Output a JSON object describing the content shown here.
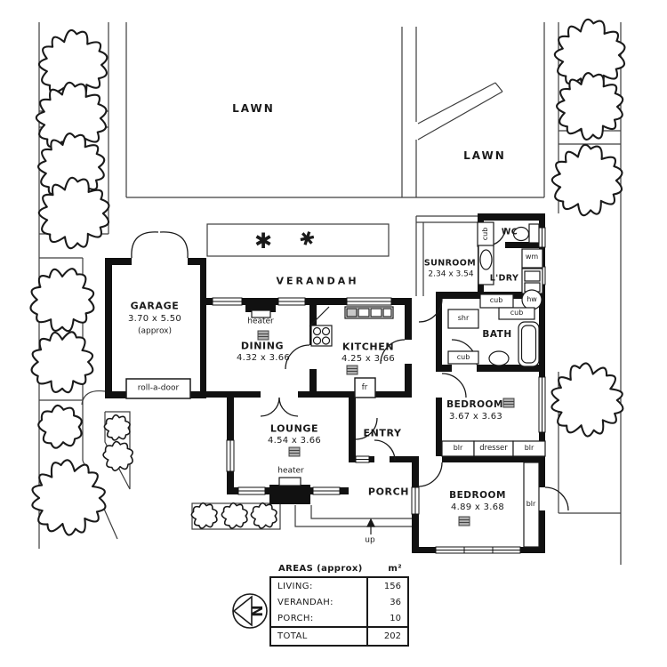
{
  "ink": "#1a1a1a",
  "site": {
    "lawn_label": "LAWN",
    "lawn_label_2": "LAWN",
    "plant_icon": "✱"
  },
  "verandah": {
    "label": "VERANDAH"
  },
  "garage": {
    "name": "GARAGE",
    "dims": "3.70 x 5.50",
    "approx": "(approx)",
    "door": "roll-a-door"
  },
  "dining": {
    "name": "DINING",
    "dims": "4.32 x 3.66",
    "heater": "heater"
  },
  "kitchen": {
    "name": "KITCHEN",
    "dims": "4.25 x 3.66",
    "fridge": "fr"
  },
  "lounge": {
    "name": "LOUNGE",
    "dims": "4.54 x 3.66",
    "heater": "heater"
  },
  "entry": {
    "name": "ENTRY"
  },
  "porch": {
    "name": "PORCH",
    "steps": "up"
  },
  "sunroom": {
    "name": "SUNROOM",
    "dims": "2.34 x 3.54"
  },
  "wc": {
    "name": "WC"
  },
  "laundry": {
    "name": "L'DRY",
    "washing_machine": "wm",
    "hot_water": "hw"
  },
  "bath": {
    "name": "BATH",
    "shower": "shr"
  },
  "bedroom1": {
    "name": "BEDROOM",
    "dims": "3.67 x 3.63"
  },
  "bedroom2": {
    "name": "BEDROOM",
    "dims": "4.89 x 3.68"
  },
  "storage": {
    "cupboard": "cub",
    "robe": "blr",
    "dresser": "dresser"
  },
  "compass": {
    "north": "N"
  },
  "areas_table": {
    "title": "AREAS (approx)",
    "unit": "m²",
    "rows": [
      {
        "label": "LIVING:",
        "value": "156"
      },
      {
        "label": "VERANDAH:",
        "value": "36"
      },
      {
        "label": "PORCH:",
        "value": "10"
      }
    ],
    "total_label": "TOTAL",
    "total_value": "202"
  }
}
